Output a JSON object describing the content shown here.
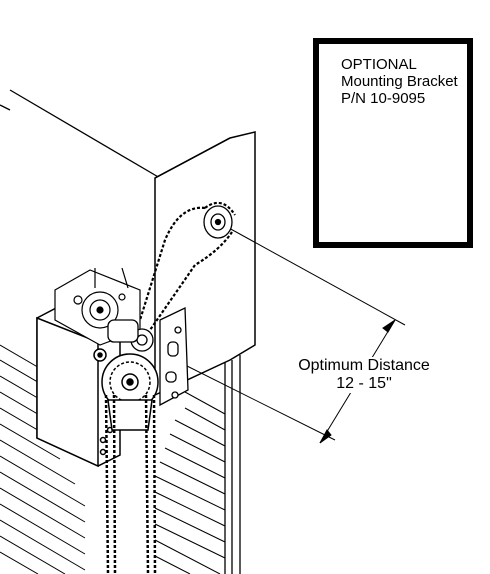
{
  "callout": {
    "line1": "OPTIONAL",
    "line2": "Mounting Bracket",
    "line3": "P/N 10-9095"
  },
  "dimension": {
    "label": "Optimum Distance",
    "value": "12 - 15\""
  }
}
